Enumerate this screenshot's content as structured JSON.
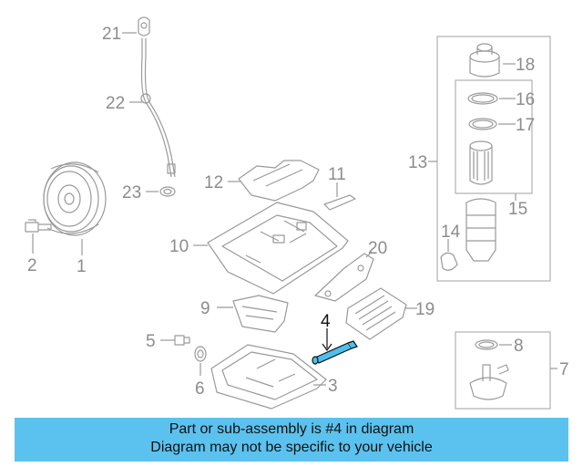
{
  "diagram": {
    "highlighted_part": "4",
    "callouts": {
      "c1": "1",
      "c2": "2",
      "c3": "3",
      "c4": "4",
      "c5": "5",
      "c6": "6",
      "c7": "7",
      "c8": "8",
      "c9": "9",
      "c10": "10",
      "c11": "11",
      "c12": "12",
      "c13": "13",
      "c14": "14",
      "c15": "15",
      "c16": "16",
      "c17": "17",
      "c18": "18",
      "c19": "19",
      "c20": "20",
      "c21": "21",
      "c22": "22",
      "c23": "23"
    }
  },
  "banner": {
    "line1": "Part or sub-assembly is #4 in diagram",
    "line2": "Diagram may not be specific to your vehicle"
  },
  "colors": {
    "banner_background": "#5bc2ef",
    "highlight_part_fill": "#4fc0ee",
    "line_art": "#9a9a9a",
    "highlight_text": "#111111"
  }
}
